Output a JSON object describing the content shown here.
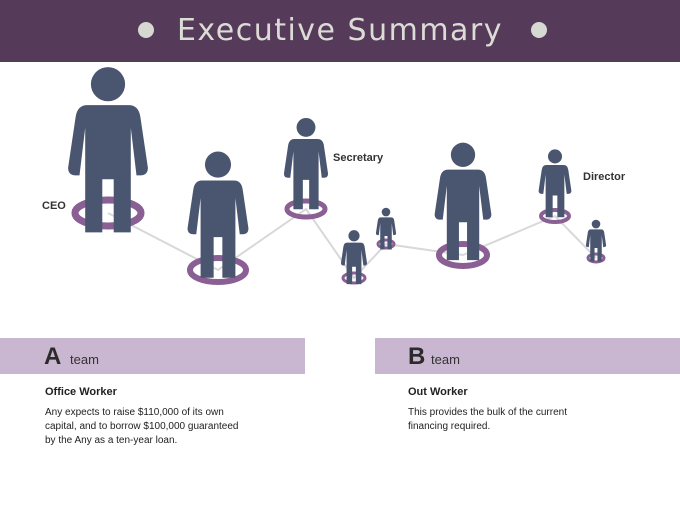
{
  "header": {
    "title": "Executive Summary"
  },
  "diagram": {
    "labels": {
      "ceo": "CEO",
      "secretary": "Secretary",
      "director": "Director"
    }
  },
  "sections": {
    "a": {
      "letter": "A",
      "word": "team",
      "subtitle": "Office Worker",
      "lines": [
        "Any expects to raise $110,000 of its own",
        "capital, and to borrow $100,000 guaranteed",
        "by the Any as a ten-year loan."
      ]
    },
    "b": {
      "letter": "B",
      "word": "team",
      "subtitle": "Out Worker",
      "lines": [
        "This provides the bulk of the current",
        "financing required."
      ]
    }
  },
  "colors": {
    "header": "#553a59",
    "ring": "#8a5f93",
    "person": "#4a5570",
    "bar": "#c9b6d1",
    "line": "#d8d8d8"
  }
}
